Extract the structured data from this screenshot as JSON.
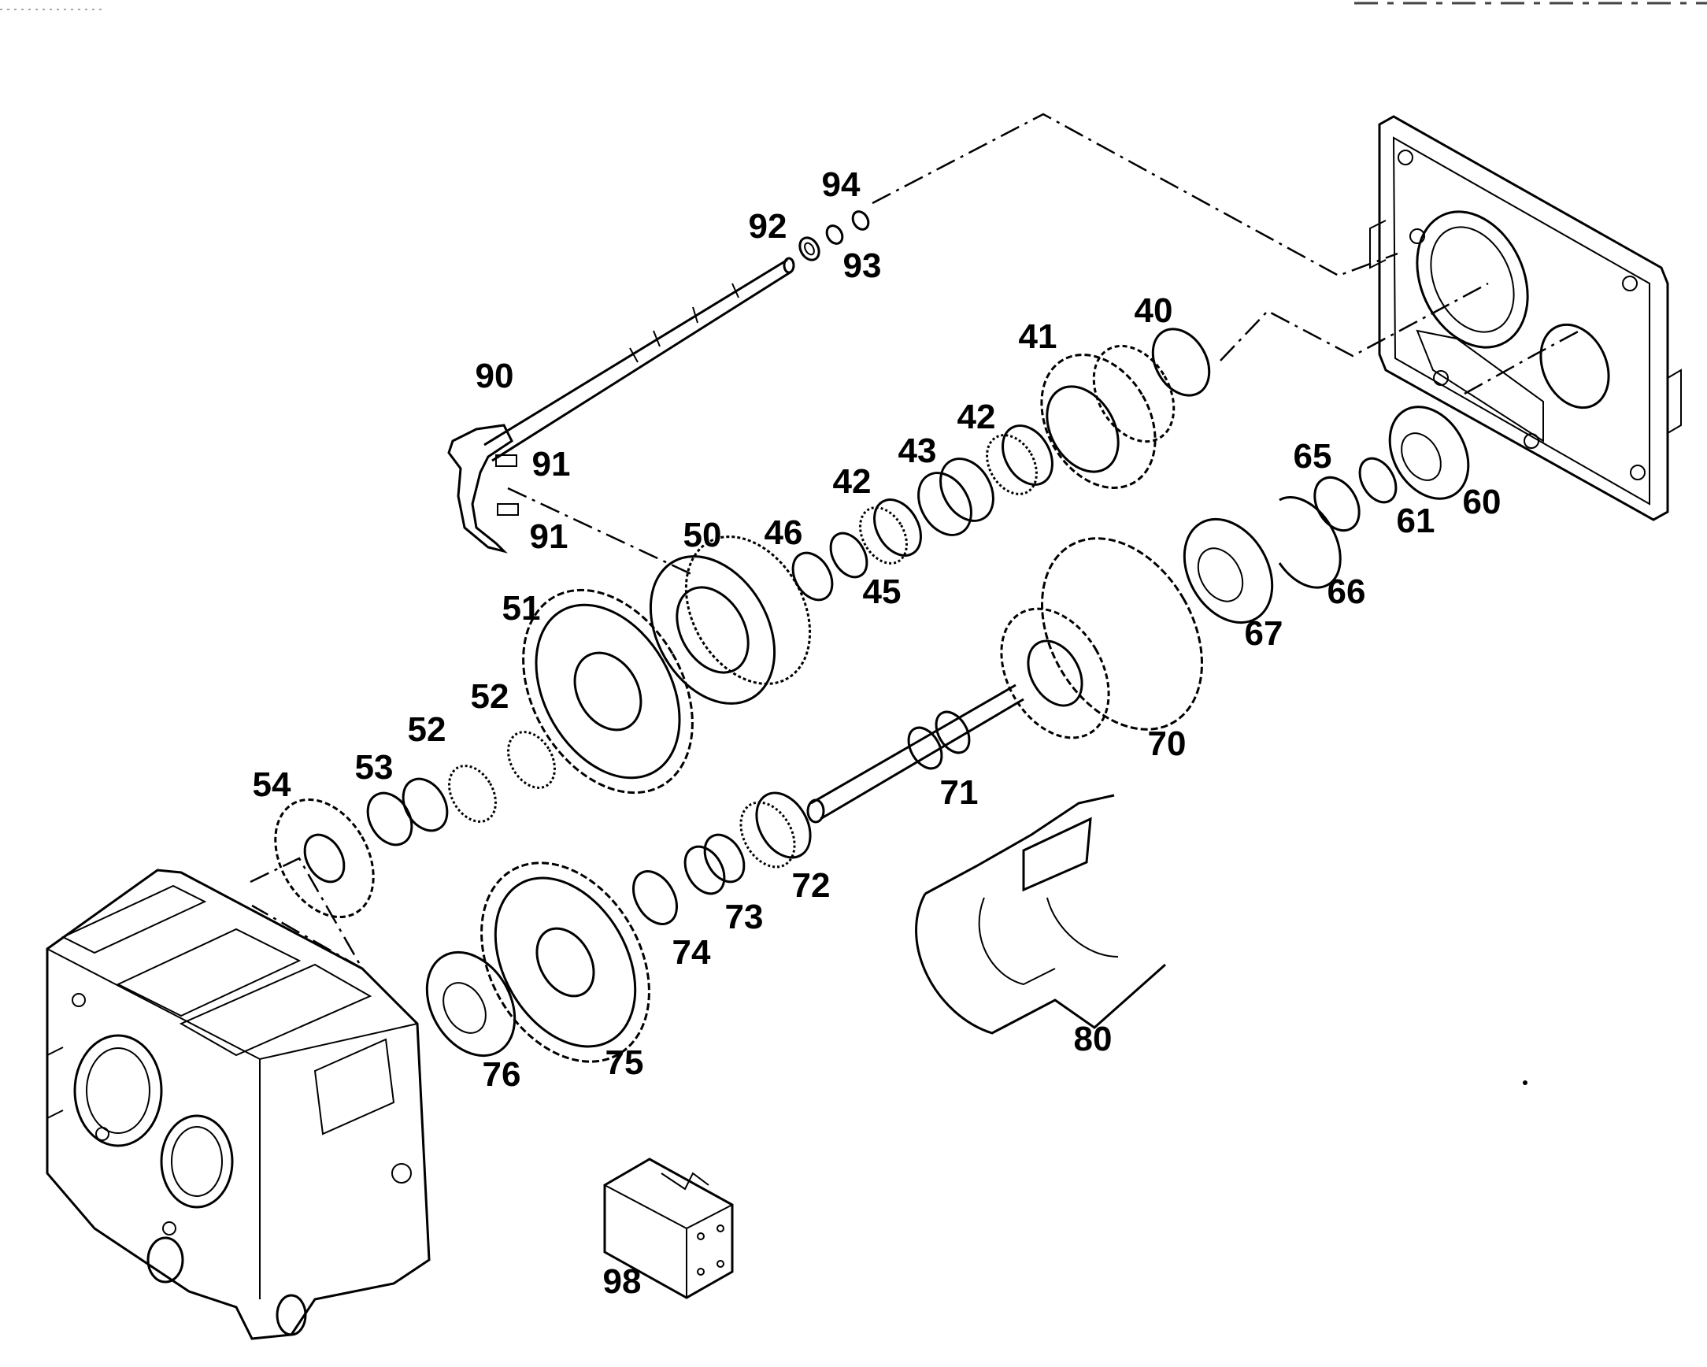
{
  "colors": {
    "ink": "#000000",
    "paper": "#ffffff"
  },
  "parts": [
    {
      "id": "p40",
      "label": "40",
      "icon": "snap-ring-icon"
    },
    {
      "id": "p41",
      "label": "41",
      "icon": "gear-icon"
    },
    {
      "id": "p42a",
      "label": "42",
      "icon": "needle-bearing-icon"
    },
    {
      "id": "p42b",
      "label": "42",
      "icon": "needle-bearing-icon"
    },
    {
      "id": "p43",
      "label": "43",
      "icon": "bushing-icon"
    },
    {
      "id": "p45",
      "label": "45",
      "icon": "washer-icon"
    },
    {
      "id": "p46",
      "label": "46",
      "icon": "washer-icon"
    },
    {
      "id": "p50",
      "label": "50",
      "icon": "clutch-sleeve-icon"
    },
    {
      "id": "p51",
      "label": "51",
      "icon": "gear-icon"
    },
    {
      "id": "p52a",
      "label": "52",
      "icon": "needle-bearing-icon"
    },
    {
      "id": "p52b",
      "label": "52",
      "icon": "needle-bearing-icon"
    },
    {
      "id": "p53",
      "label": "53",
      "icon": "bushing-icon"
    },
    {
      "id": "p54",
      "label": "54",
      "icon": "gear-icon"
    },
    {
      "id": "p60",
      "label": "60",
      "icon": "ball-bearing-icon"
    },
    {
      "id": "p61",
      "label": "61",
      "icon": "washer-icon"
    },
    {
      "id": "p65",
      "label": "65",
      "icon": "ring-icon"
    },
    {
      "id": "p66",
      "label": "66",
      "icon": "circlip-icon"
    },
    {
      "id": "p67",
      "label": "67",
      "icon": "ball-bearing-icon"
    },
    {
      "id": "p70",
      "label": "70",
      "icon": "double-gear-icon"
    },
    {
      "id": "p71",
      "label": "71",
      "icon": "splined-shaft-icon"
    },
    {
      "id": "p72",
      "label": "72",
      "icon": "needle-bearing-icon"
    },
    {
      "id": "p73",
      "label": "73",
      "icon": "bushing-icon"
    },
    {
      "id": "p74",
      "label": "74",
      "icon": "washer-icon"
    },
    {
      "id": "p75",
      "label": "75",
      "icon": "gear-icon"
    },
    {
      "id": "p76",
      "label": "76",
      "icon": "ball-bearing-icon"
    },
    {
      "id": "p80",
      "label": "80",
      "icon": "oil-deflector-icon"
    },
    {
      "id": "p90",
      "label": "90",
      "icon": "shift-rod-icon"
    },
    {
      "id": "p91a",
      "label": "91",
      "icon": "pad-icon"
    },
    {
      "id": "p91b",
      "label": "91",
      "icon": "pad-icon"
    },
    {
      "id": "p92",
      "label": "92",
      "icon": "seal-icon"
    },
    {
      "id": "p93",
      "label": "93",
      "icon": "o-ring-icon"
    },
    {
      "id": "p94",
      "label": "94",
      "icon": "o-ring-icon"
    },
    {
      "id": "p98",
      "label": "98",
      "icon": "block-icon"
    }
  ]
}
